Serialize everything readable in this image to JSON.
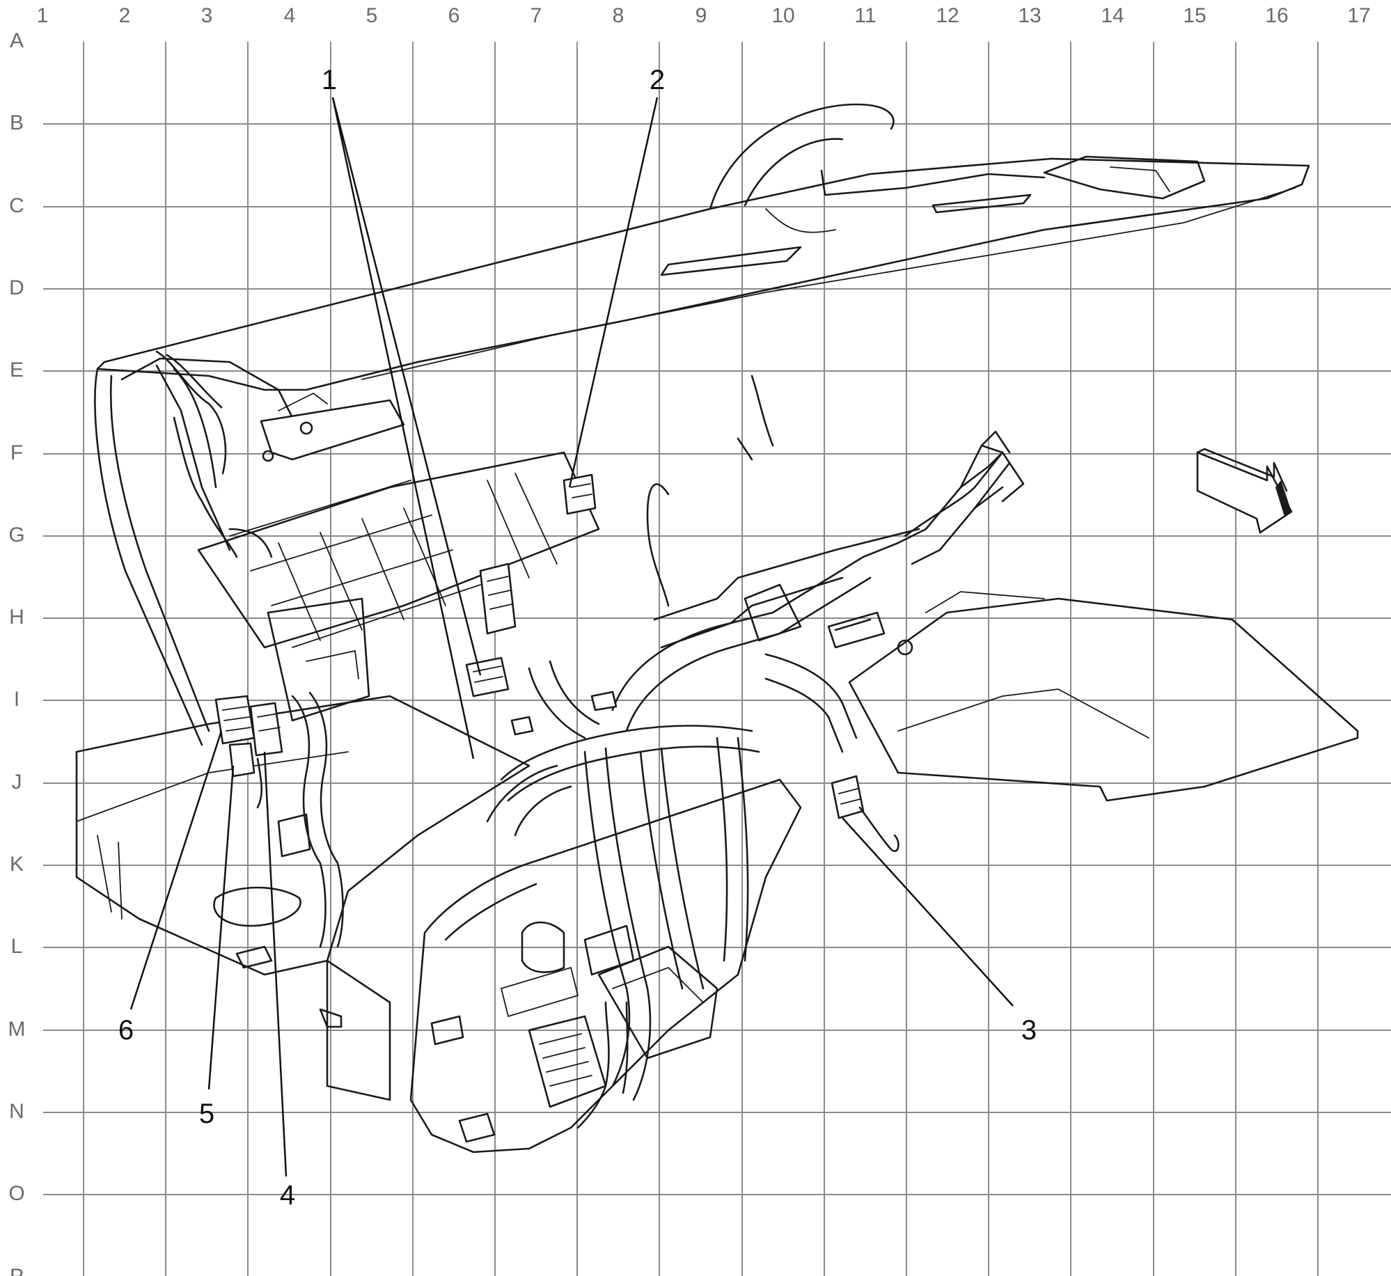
{
  "grid": {
    "columns": [
      "1",
      "2",
      "3",
      "4",
      "5",
      "6",
      "7",
      "8",
      "9",
      "10",
      "11",
      "12",
      "13",
      "14",
      "15",
      "16",
      "17"
    ],
    "rows": [
      "A",
      "B",
      "C",
      "D",
      "E",
      "F",
      "G",
      "H",
      "I",
      "J",
      "K",
      "L",
      "M",
      "N",
      "O",
      "P"
    ],
    "line_color": "#8a8a8a",
    "label_color": "#6a6a6a"
  },
  "callouts": [
    {
      "id": "1",
      "label": "1"
    },
    {
      "id": "2",
      "label": "2"
    },
    {
      "id": "3",
      "label": "3"
    },
    {
      "id": "4",
      "label": "4"
    },
    {
      "id": "5",
      "label": "5"
    },
    {
      "id": "6",
      "label": "6"
    }
  ],
  "icons": {
    "direction_arrow": "forward-arrow-icon"
  },
  "colors": {
    "line_art": "#1a1a1a",
    "background": "#ffffff"
  }
}
